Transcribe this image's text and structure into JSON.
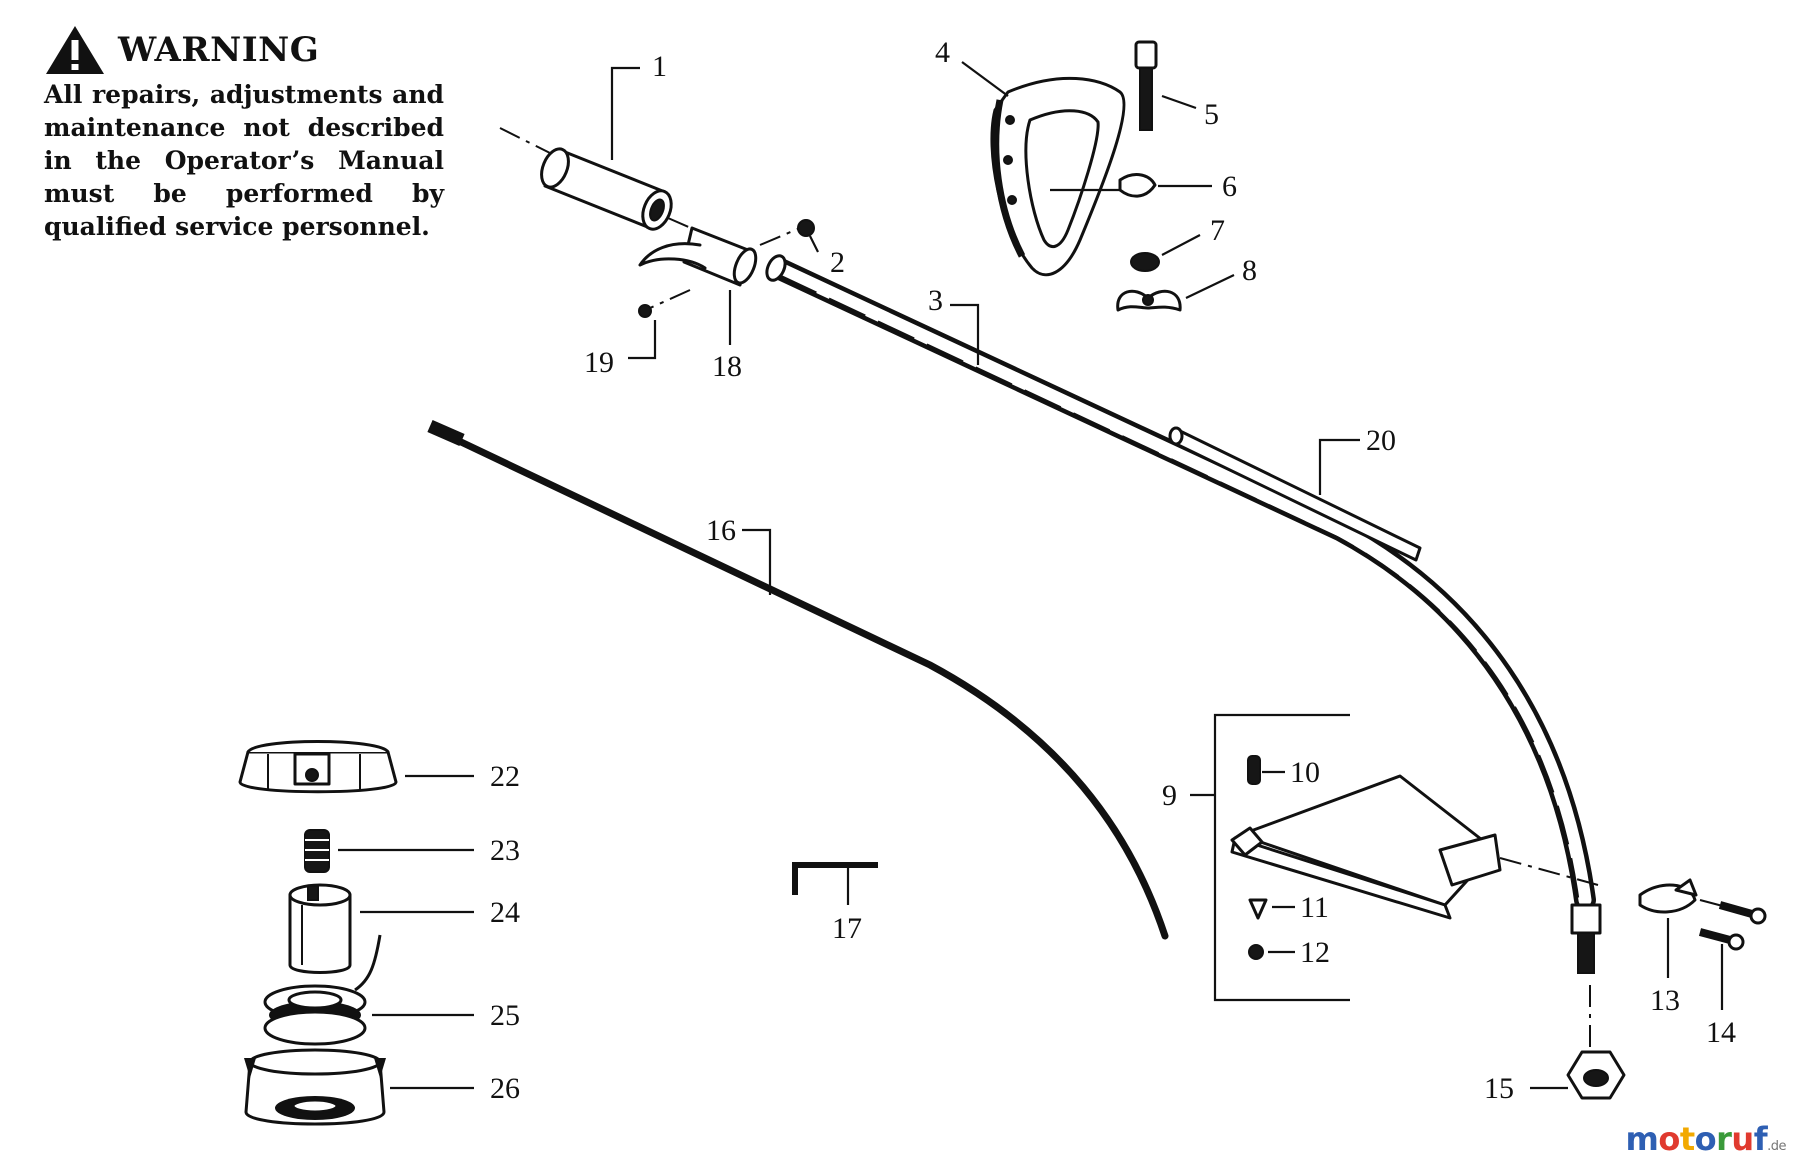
{
  "warning": {
    "title": "WARNING",
    "text": "All repairs, adjustments and maintenance not described in the Operator’s Manual must be performed by qualified service personnel."
  },
  "part_numbers": {
    "p1": "1",
    "p2": "2",
    "p3": "3",
    "p4": "4",
    "p5": "5",
    "p6": "6",
    "p7": "7",
    "p8": "8",
    "p9": "9",
    "p10": "10",
    "p11": "11",
    "p12": "12",
    "p13": "13",
    "p14": "14",
    "p15": "15",
    "p16": "16",
    "p17": "17",
    "p18": "18",
    "p19": "19",
    "p20": "20",
    "p22": "22",
    "p23": "23",
    "p24": "24",
    "p25": "25",
    "p26": "26"
  },
  "brand": {
    "name": "motoruf",
    "suffix": ".de",
    "colors": [
      "#2e5fb3",
      "#e03a2f",
      "#f2a900",
      "#2e5fb3",
      "#3a9a3a",
      "#e03a2f",
      "#2e5fb3"
    ]
  },
  "icons": {
    "warning": "warning-triangle-icon"
  }
}
